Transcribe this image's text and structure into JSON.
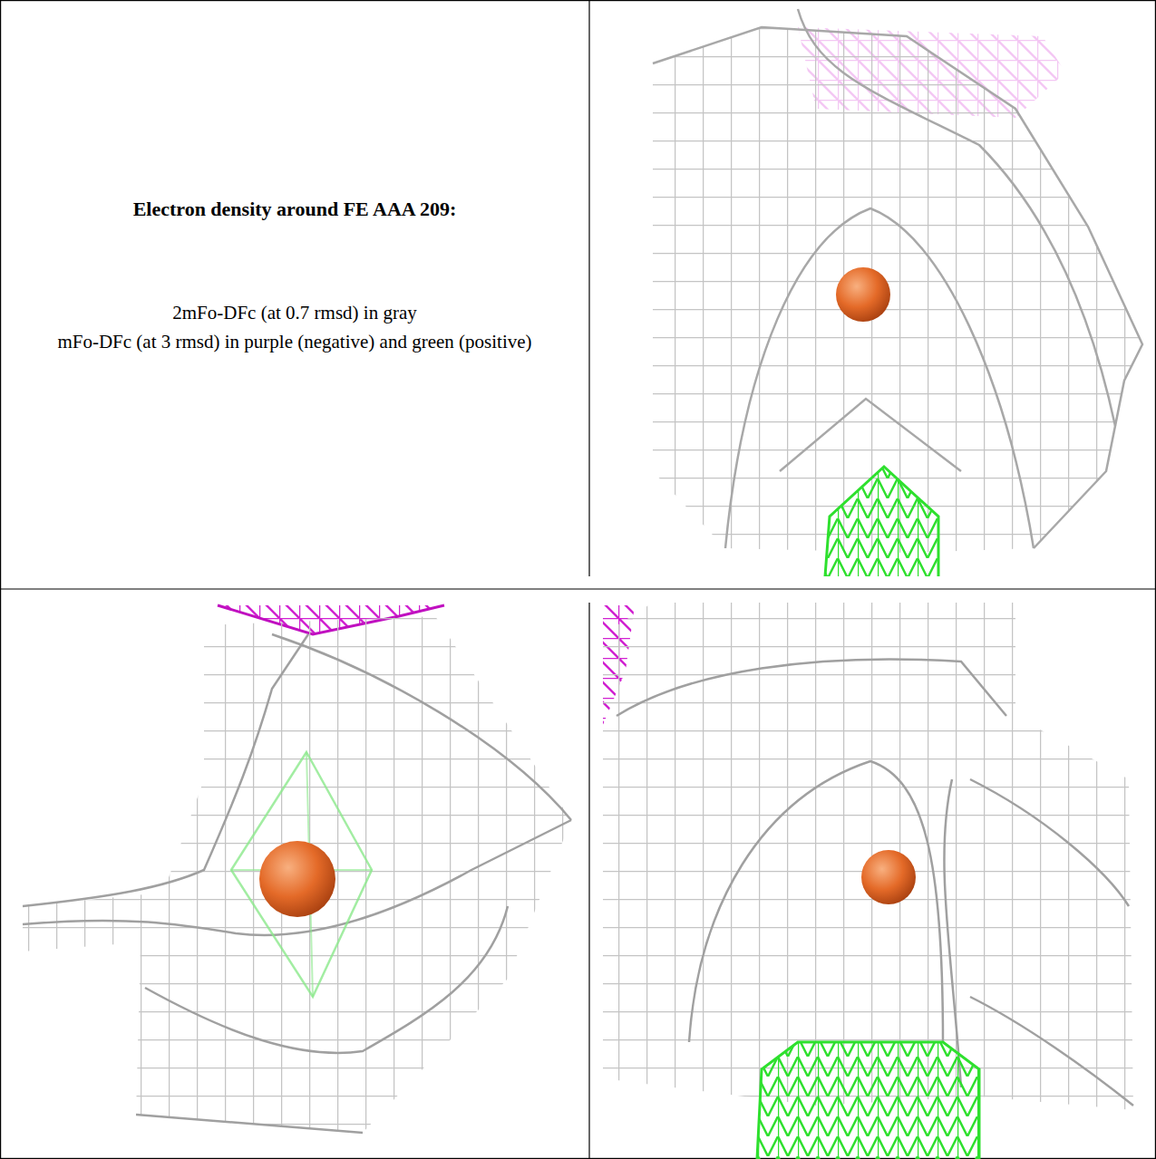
{
  "diagram": {
    "title": "Electron density around FE AAA 209:",
    "labels": [
      "2mFo-DFc (at 0.7 rmsd) in gray",
      "mFo-DFc (at 3 rmsd) in purple (negative) and green (positive)"
    ]
  }
}
